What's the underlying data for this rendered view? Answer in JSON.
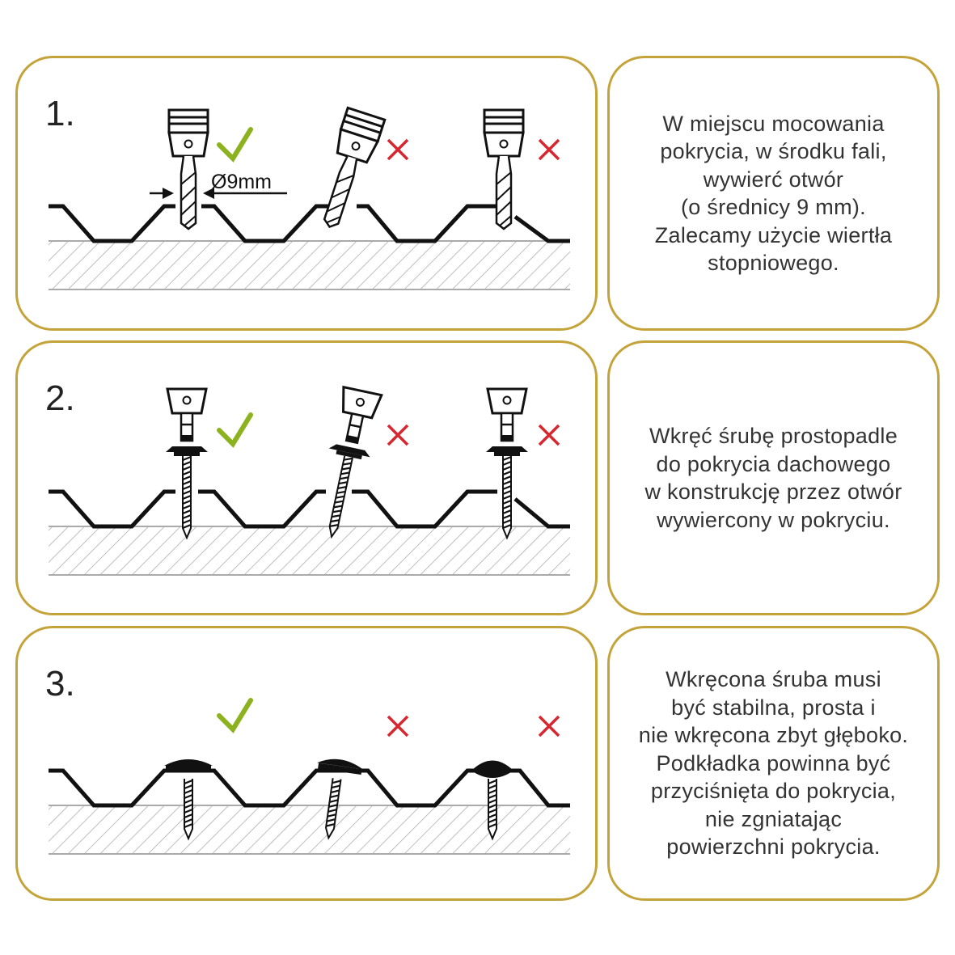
{
  "steps": [
    {
      "number": "1.",
      "diameter_label": "Ø9mm",
      "text": "W miejscu mocowania\npokrycia, w środku fali,\nwywierć otwór\n(o średnicy 9 mm).\nZalecamy użycie wiertła\nstopniowego."
    },
    {
      "number": "2.",
      "text": "Wkręć śrubę prostopadle\ndo pokrycia dachowego\nw konstrukcję przez otwór\nwywiercony w pokryciu."
    },
    {
      "number": "3.",
      "text": "Wkręcona śruba musi\nbyć stabilna, prosta i\nnie wkręcona zbyt głęboko.\nPodkładka powinna być\nprzyciśnięta do pokrycia,\nnie zgniatając\npowierzchni pokrycia."
    }
  ],
  "icons": {
    "correct": "check-icon",
    "wrong": "cross-icon"
  },
  "colors": {
    "border": "#c4a43a",
    "check": "#8cb21f",
    "cross": "#d8262f"
  }
}
